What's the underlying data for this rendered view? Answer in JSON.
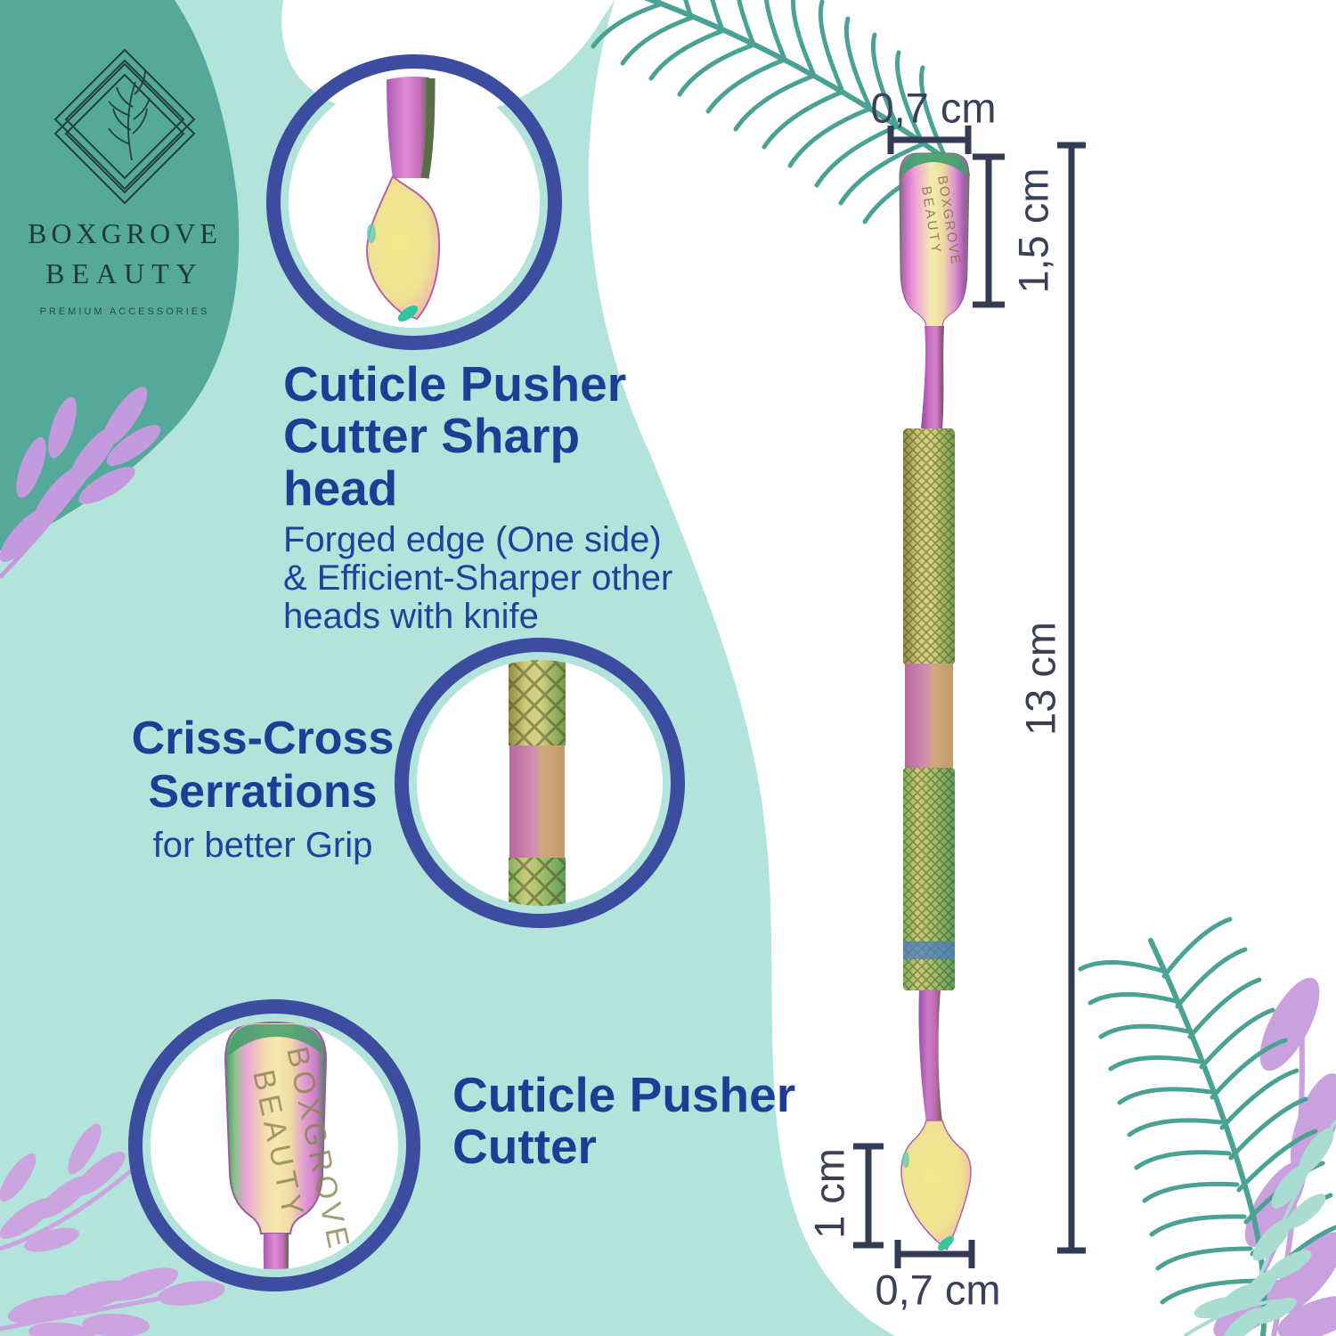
{
  "logo": {
    "brand_top": "BOXGROVE",
    "brand_bottom": "BEAUTY",
    "tagline": "PREMIUM ACCESSORIES"
  },
  "callouts": [
    {
      "title_lines": [
        "Cuticle Pusher",
        "Cutter Sharp head"
      ],
      "desc_lines": [
        "Forged edge (One side)",
        "& Efficient-Sharper other",
        "heads with knife"
      ]
    },
    {
      "title_lines": [
        "Criss-Cross",
        "Serrations"
      ],
      "desc_lines": [
        "for better Grip"
      ]
    },
    {
      "title_lines": [
        "Cuticle Pusher",
        "Cutter"
      ],
      "desc_lines": []
    }
  ],
  "dimensions": {
    "top_width": "0,7 cm",
    "top_head_length": "1,5 cm",
    "total_length": "13 cm",
    "bottom_head_length": "1 cm",
    "bottom_width": "0,7 cm"
  },
  "engraving": {
    "line1": "BOXGROVE",
    "line2": "BEAUTY"
  },
  "colors": {
    "teal_light": "#b2e4dc",
    "teal_dark": "#55a99b",
    "fern": "#4aa294",
    "lavender": "#c9a1de",
    "mint_leaf": "#a9ddd2",
    "heading_blue": "#1e3e96",
    "ring_indigo": "#3c4c9e",
    "dimension_slate": "#333b55"
  }
}
